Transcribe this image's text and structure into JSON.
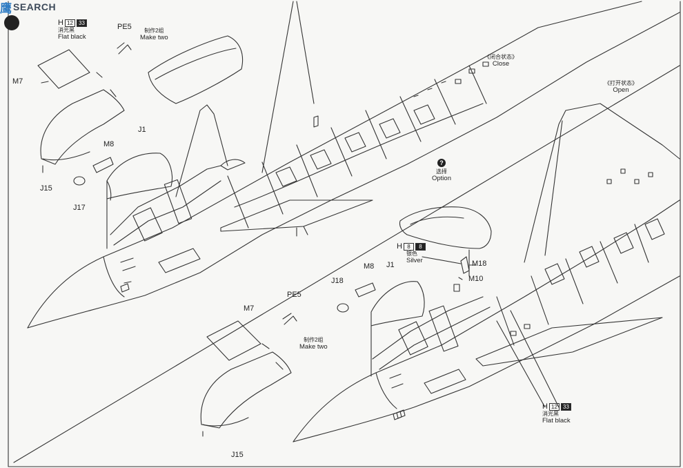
{
  "watermark": {
    "logo": "鹰",
    "text": "SEARCH"
  },
  "colors": {
    "line": "#333333",
    "paper": "#f7f7f5",
    "watermark": "#2f7cc3"
  },
  "paint_codes": {
    "flat_black_top": {
      "letter": "H",
      "num1": "12",
      "num2": "33",
      "cn": "消光黑",
      "en": "Flat black"
    },
    "silver": {
      "letter": "H",
      "num1": "8",
      "num2": "8",
      "cn": "银色",
      "en": "Silver"
    },
    "flat_black_bottom": {
      "letter": "H",
      "num1": "12",
      "num2": "33",
      "cn": "消光黑",
      "en": "Flat black"
    }
  },
  "notes": {
    "make_two_top": {
      "cn": "制作2组",
      "en": "Make two"
    },
    "make_two_bottom": {
      "cn": "制作2组",
      "en": "Make two"
    },
    "close": {
      "cn": "《闭合状态》",
      "en": "Close"
    },
    "open": {
      "cn": "《打开状态》",
      "en": "Open"
    },
    "option": {
      "icon": "?",
      "cn": "选择",
      "en": "Option"
    }
  },
  "parts_top": {
    "pe5": "PE5",
    "m7": "M7",
    "j1": "J1",
    "m8": "M8",
    "j15": "J15",
    "j17": "J17"
  },
  "parts_bottom": {
    "pe5": "PE5",
    "m7": "M7",
    "j1": "J1",
    "m8": "M8",
    "j18": "J18",
    "m18": "M18",
    "m10": "M10",
    "j15": "J15"
  }
}
